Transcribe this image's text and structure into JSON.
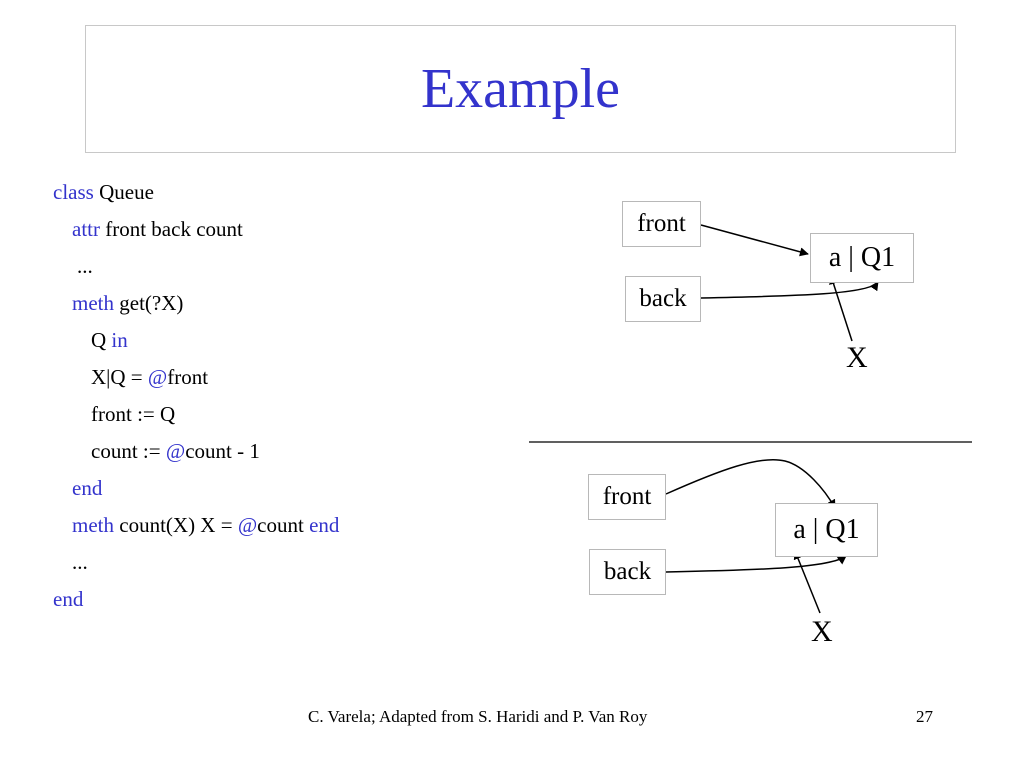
{
  "slide": {
    "title": "Example"
  },
  "code": {
    "l1": {
      "kw": "class",
      "rest": " Queue"
    },
    "l2": {
      "kw": "attr",
      "rest": " front back count"
    },
    "l3": {
      "text": "..."
    },
    "l4": {
      "kw": "meth",
      "rest": " get(?X)"
    },
    "l5": {
      "pre": "Q ",
      "kw": "in"
    },
    "l6": {
      "pre": "X|Q = ",
      "kw": "@",
      "post": "front"
    },
    "l7": {
      "text": "front := Q"
    },
    "l8": {
      "pre": "count := ",
      "kw": "@",
      "post": "count - 1"
    },
    "l9": {
      "kw": "end"
    },
    "l10": {
      "kw": "meth",
      "mid": " count(X) X = ",
      "kw2": "@",
      "mid2": "count ",
      "kw3": "end"
    },
    "l11": {
      "text": "..."
    },
    "l12": {
      "kw": "end"
    }
  },
  "diagram_top": {
    "front_label": "front",
    "back_label": "back",
    "cell_label": "a | Q1",
    "var_label": "X"
  },
  "diagram_bottom": {
    "front_label": "front",
    "back_label": "back",
    "cell_label": "a | Q1",
    "var_label": "X"
  },
  "footer": {
    "credit": "C. Varela; Adapted from S. Haridi and P. Van Roy",
    "page_number": "27"
  }
}
